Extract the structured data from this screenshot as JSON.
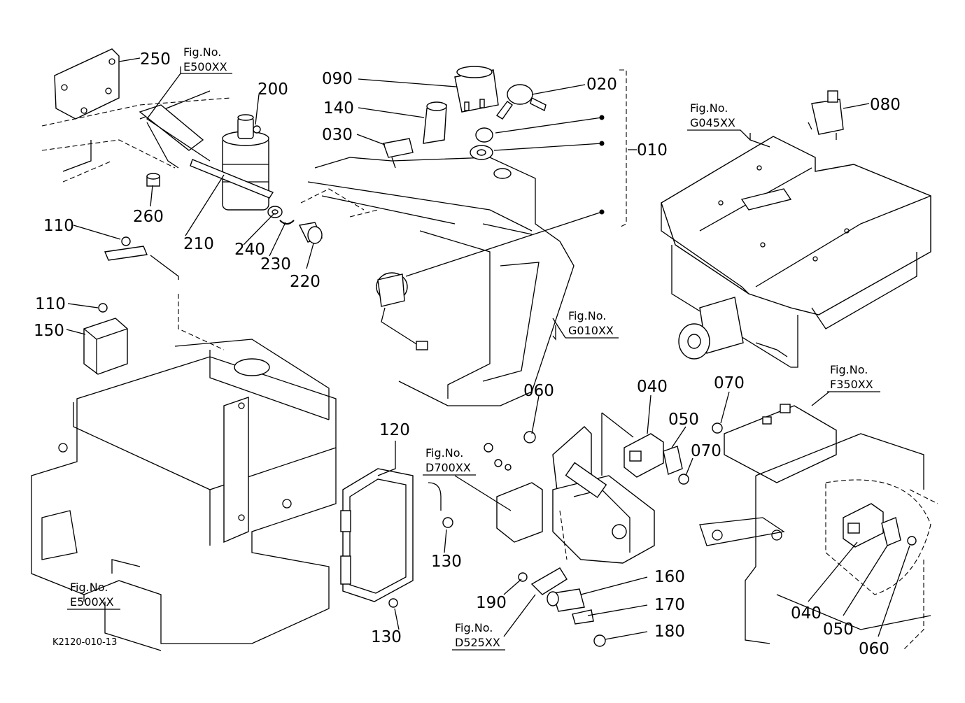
{
  "diagram": {
    "reference_code": "K2120-010-13",
    "part_labels": [
      {
        "id": "p250",
        "text": "250"
      },
      {
        "id": "p200",
        "text": "200"
      },
      {
        "id": "p260",
        "text": "260"
      },
      {
        "id": "p210",
        "text": "210"
      },
      {
        "id": "p240",
        "text": "240"
      },
      {
        "id": "p230",
        "text": "230"
      },
      {
        "id": "p220",
        "text": "220"
      },
      {
        "id": "p110a",
        "text": "110"
      },
      {
        "id": "p110b",
        "text": "110"
      },
      {
        "id": "p150",
        "text": "150"
      },
      {
        "id": "p090",
        "text": "090"
      },
      {
        "id": "p020",
        "text": "020"
      },
      {
        "id": "p140",
        "text": "140"
      },
      {
        "id": "p030",
        "text": "030"
      },
      {
        "id": "p010",
        "text": "010"
      },
      {
        "id": "p080",
        "text": "080"
      },
      {
        "id": "p060a",
        "text": "060"
      },
      {
        "id": "p040a",
        "text": "040"
      },
      {
        "id": "p050a",
        "text": "050"
      },
      {
        "id": "p070a",
        "text": "070"
      },
      {
        "id": "p070b",
        "text": "070"
      },
      {
        "id": "p120",
        "text": "120"
      },
      {
        "id": "p130a",
        "text": "130"
      },
      {
        "id": "p130b",
        "text": "130"
      },
      {
        "id": "p160",
        "text": "160"
      },
      {
        "id": "p170",
        "text": "170"
      },
      {
        "id": "p180",
        "text": "180"
      },
      {
        "id": "p190",
        "text": "190"
      },
      {
        "id": "p040b",
        "text": "040"
      },
      {
        "id": "p050b",
        "text": "050"
      },
      {
        "id": "p060b",
        "text": "060"
      }
    ],
    "figure_refs": [
      {
        "id": "f1",
        "label": "Fig.No.",
        "code": "E500XX"
      },
      {
        "id": "f2",
        "label": "Fig.No.",
        "code": "G045XX"
      },
      {
        "id": "f3",
        "label": "Fig.No.",
        "code": "G010XX"
      },
      {
        "id": "f4",
        "label": "Fig.No.",
        "code": "F350XX"
      },
      {
        "id": "f5",
        "label": "Fig.No.",
        "code": "D700XX"
      },
      {
        "id": "f6",
        "label": "Fig.No.",
        "code": "E500XX"
      },
      {
        "id": "f7",
        "label": "Fig.No.",
        "code": "D525XX"
      }
    ]
  }
}
